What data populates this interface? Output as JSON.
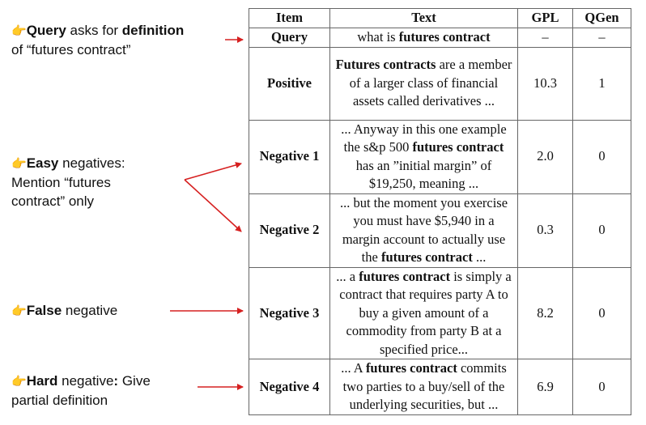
{
  "annotations": [
    {
      "pointer": "👉",
      "pre": "",
      "bold": "Query",
      "mid": " asks for ",
      "bold2": "definition",
      "post": "",
      "line2": "of “futures contract”"
    },
    {
      "pointer": "👉",
      "pre": "",
      "bold": "Easy",
      "mid": " negatives:",
      "bold2": "",
      "post": "",
      "line2": "Mention “futures",
      "line3": "contract” only"
    },
    {
      "pointer": "👉",
      "pre": "",
      "bold": "False",
      "mid": " negative",
      "bold2": "",
      "post": "",
      "line2": ""
    },
    {
      "pointer": "👉",
      "pre": "",
      "bold": "Hard",
      "mid": " negative",
      "bold2": ":",
      "post": " Give",
      "line2": "partial definition"
    }
  ],
  "table": {
    "headers": [
      "Item",
      "Text",
      "GPL",
      "QGen"
    ],
    "rows": [
      {
        "item": "Query",
        "text": [
          [
            "what is ",
            ""
          ],
          [
            "futures contract",
            "b"
          ]
        ],
        "gpl": "–",
        "qgen": "–"
      },
      {
        "item": "Positive",
        "text": [
          [
            "Futures contracts",
            "b"
          ],
          [
            " are a member of a larger class of financial assets called derivatives ...",
            ""
          ]
        ],
        "gpl": "10.3",
        "qgen": "1"
      },
      {
        "item": "Negative 1",
        "text": [
          [
            "... Anyway in this one example the s&p 500 ",
            ""
          ],
          [
            "futures contract",
            "b"
          ],
          [
            " has an ”initial margin” of $19,250,  meaning ...",
            ""
          ]
        ],
        "gpl": "2.0",
        "qgen": "0"
      },
      {
        "item": "Negative 2",
        "text": [
          [
            "... but the moment you exercise you must have $5,940 in a margin account to actually use the ",
            ""
          ],
          [
            "futures contract",
            "b"
          ],
          [
            " ...",
            ""
          ]
        ],
        "gpl": "0.3",
        "qgen": "0"
      },
      {
        "item": "Negative 3",
        "text": [
          [
            "... a ",
            ""
          ],
          [
            "futures contract",
            "b"
          ],
          [
            " is simply a contract that requires party A to buy a given amount of a commodity from party B at a specified price...",
            ""
          ]
        ],
        "gpl": "8.2",
        "qgen": "0"
      },
      {
        "item": "Negative 4",
        "text": [
          [
            "... A ",
            ""
          ],
          [
            "futures contract",
            "b"
          ],
          [
            " commits two parties to a buy/sell of the underlying securities, but ...",
            ""
          ]
        ],
        "gpl": "6.9",
        "qgen": "0"
      }
    ]
  },
  "colors": {
    "arrow": "#d62020",
    "border": "#666666"
  }
}
